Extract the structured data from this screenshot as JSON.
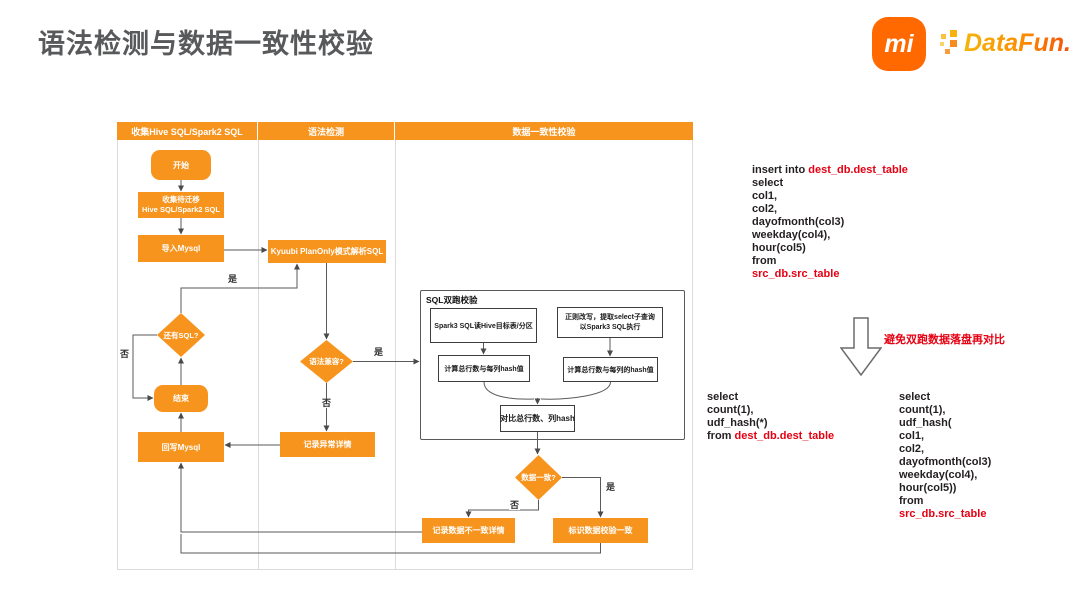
{
  "title": "语法检测与数据一致性校验",
  "logos": {
    "mi": "mi",
    "datafun": "DataFun."
  },
  "colors": {
    "accent_orange": "#F7941E",
    "xiaomi_orange": "#FF6900",
    "alert_red": "#E60012",
    "title_gray": "#58595B"
  },
  "flowchart": {
    "lane_headers": [
      "收集Hive SQL/Spark2 SQL",
      "语法检测",
      "数据一致性校验"
    ],
    "nodes": {
      "start": "开始",
      "collect_line1": "收集待迁移",
      "collect_line2": "Hive SQL/Spark2 SQL",
      "import_mysql": "导入Mysql",
      "more_sql": "还有SQL?",
      "end": "结束",
      "write_back": "回写Mysql",
      "kyuubi": "Kyuubi PlanOnly模式解析SQL",
      "syntax_ok": "语法兼容?",
      "record_error": "记录异常详情",
      "dual_run_title": "SQL双跑校验",
      "spark3_read": "Spark3 SQL读Hive目标表/分区",
      "regex_line1": "正则改写，提取select子查询",
      "regex_line2": "以Spark3 SQL执行",
      "calc_left": "计算总行数与每列hash值",
      "calc_right": "计算总行数与每列的hash值",
      "compare": "对比总行数、列hash",
      "consistent": "数据一致?",
      "record_inconsistent": "记录数据不一致详情",
      "mark_consistent": "标识数据校验一致"
    },
    "labels": {
      "yes": "是",
      "no": "否"
    }
  },
  "annotations": {
    "avoid_note": "避免双跑数据落盘再对比"
  },
  "code_blocks": {
    "insert": [
      [
        {
          "t": "insert into ",
          "c": "k"
        },
        {
          "t": "dest_db.dest_table",
          "c": "r"
        }
      ],
      [
        {
          "t": "select",
          "c": "k"
        }
      ],
      [
        {
          "t": "col1,",
          "c": "k"
        }
      ],
      [
        {
          "t": "col2,",
          "c": "k"
        }
      ],
      [
        {
          "t": "dayofmonth(col3)",
          "c": "k"
        }
      ],
      [
        {
          "t": "weekday(col4),",
          "c": "k"
        }
      ],
      [
        {
          "t": "hour(col5)",
          "c": "k"
        }
      ],
      [
        {
          "t": "from",
          "c": "k"
        }
      ],
      [
        {
          "t": "src_db.src_table",
          "c": "r"
        }
      ]
    ],
    "dest_check": [
      [
        {
          "t": "select",
          "c": "k"
        }
      ],
      [
        {
          "t": "count(1),",
          "c": "k"
        }
      ],
      [
        {
          "t": "udf_hash(*)",
          "c": "k"
        }
      ],
      [
        {
          "t": "from ",
          "c": "k"
        },
        {
          "t": "dest_db.dest_table",
          "c": "r"
        }
      ]
    ],
    "src_check": [
      [
        {
          "t": "select",
          "c": "k"
        }
      ],
      [
        {
          "t": "count(1),",
          "c": "k"
        }
      ],
      [
        {
          "t": "udf_hash(",
          "c": "k"
        }
      ],
      [
        {
          "t": "col1,",
          "c": "k"
        }
      ],
      [
        {
          "t": "col2,",
          "c": "k"
        }
      ],
      [
        {
          "t": "dayofmonth(col3)",
          "c": "k"
        }
      ],
      [
        {
          "t": "weekday(col4),",
          "c": "k"
        }
      ],
      [
        {
          "t": "hour(col5))",
          "c": "k"
        }
      ],
      [
        {
          "t": "from",
          "c": "k"
        }
      ],
      [
        {
          "t": "src_db.src_table",
          "c": "r"
        }
      ]
    ]
  }
}
